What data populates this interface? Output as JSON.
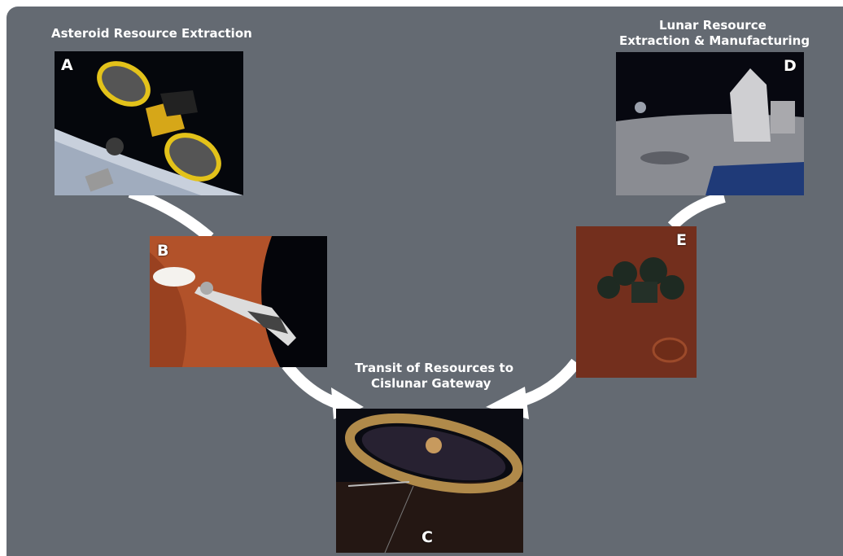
{
  "stages": {
    "A": {
      "letter": "A",
      "caption": "Asteroid Resource Extraction",
      "icon": "asteroid-mining-spacecraft-photo"
    },
    "B": {
      "letter": "B",
      "icon": "resource-transport-rocket-photo"
    },
    "C": {
      "letter": "C",
      "caption_line1": "Transit of Resources to",
      "caption_line2": "Cislunar Gateway",
      "icon": "cislunar-gateway-station-photo"
    },
    "D": {
      "letter": "D",
      "caption_line1": "Lunar Resource",
      "caption_line2": "Extraction & Manufacturing",
      "icon": "lunar-base-photo"
    },
    "E": {
      "letter": "E",
      "icon": "lunar-lander-photo"
    }
  },
  "colors": {
    "background": "#646a72",
    "connector": "#ffffff",
    "text": "#ffffff"
  }
}
